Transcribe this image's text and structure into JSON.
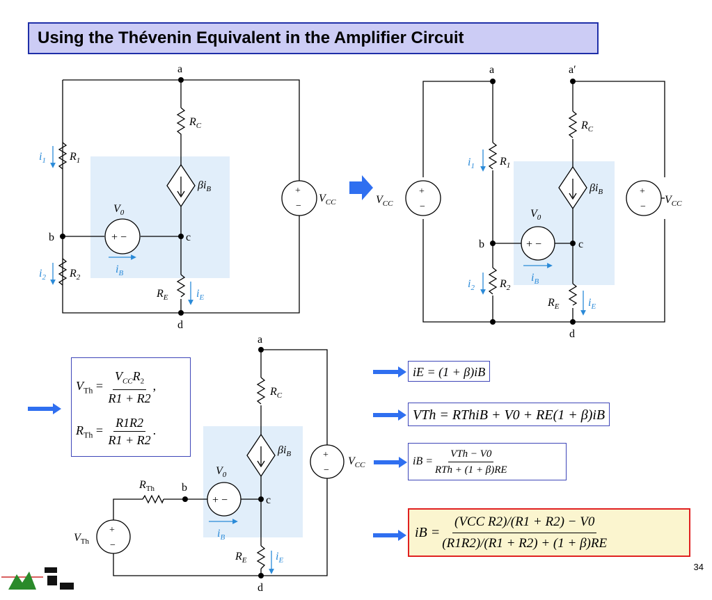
{
  "title": "Using the Thévenin Equivalent in the Amplifier Circuit",
  "slide_number": "34",
  "colors": {
    "title_bg": "#ccccf5",
    "title_border": "#1f2fa8",
    "shade": "#e1eefa",
    "current": "#2a8ad8",
    "arrow": "#2f6ff0",
    "final_border": "#e02020",
    "final_bg": "#fbf5cf"
  },
  "nodes": {
    "a": "a",
    "a_prime": "a′",
    "b": "b",
    "c": "c",
    "d": "d"
  },
  "labels": {
    "RC": "R",
    "RC_sub": "C",
    "R1": "R",
    "R1_sub": "1",
    "R2": "R",
    "R2_sub": "2",
    "RE": "R",
    "RE_sub": "E",
    "V0": "V",
    "V0_sub": "0",
    "VCC": "V",
    "VCC_sub": "CC",
    "beta_iB": "βi",
    "beta_sub": "B",
    "i1": "i",
    "i1_sub": "1",
    "i2": "i",
    "i2_sub": "2",
    "iB": "i",
    "iB_sub": "B",
    "iE": "i",
    "iE_sub": "E",
    "RTh": "R",
    "RTh_sub": "Th",
    "VTh": "V",
    "VTh_sub": "Th",
    "plus": "+",
    "minus": "−",
    "plus_minus": "+ −"
  },
  "equations": {
    "vth_lhs": "V",
    "vth_lhs_sub": "Th",
    "vth_eq": " = ",
    "vth_num": "V",
    "vth_num_sub": "CC",
    "vth_num_r": "R",
    "vth_num_r_sub": "2",
    "vth_den": "R1 + R2",
    "vth_tail": ",",
    "rth_lhs": "R",
    "rth_lhs_sub": "Th",
    "rth_eq": " = ",
    "rth_num": "R1R2",
    "rth_den": "R1 + R2",
    "rth_tail": ".",
    "ie": "iE = (1 + β)iB",
    "vth_kvl": "VTh = RThiB + V0 + RE(1 + β)iB",
    "ib_num": "VTh − V0",
    "ib_den": "RTh + (1 + β)RE",
    "ib_lhs": "iB = ",
    "final_lhs": "iB = ",
    "final_num": "(VCC R2)/(R1 + R2) − V0",
    "final_den": "(R1R2)/(R1 + R2) + (1 + β)RE"
  }
}
